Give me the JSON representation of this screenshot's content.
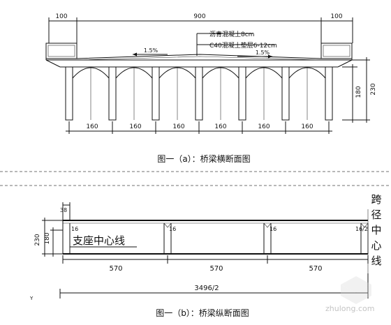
{
  "cross_section": {
    "dims_top": [
      "100",
      "900",
      "100"
    ],
    "layers": [
      "沥青混凝土8cm",
      "C40混凝土垫层6-12cm"
    ],
    "slopes": [
      "1.5%",
      "1.5%"
    ],
    "girder_height": "180",
    "total_height": "230",
    "girder_spacing": [
      "160",
      "160",
      "160",
      "160",
      "160",
      "160"
    ],
    "caption": "图一（a）：桥梁横断面图"
  },
  "long_section": {
    "top_dim": "38",
    "left_dims": [
      "230",
      "180"
    ],
    "support_marks": [
      "16",
      "16",
      "16",
      "16/2"
    ],
    "support_label": "支座中心线",
    "span_label": "跨径中心线",
    "spans": [
      "570",
      "570",
      "570"
    ],
    "total_length": "3496/2",
    "axis_mark": "Y",
    "caption": "图一（b）：桥梁纵断面图"
  },
  "watermark": {
    "text": "zhulong.com"
  }
}
